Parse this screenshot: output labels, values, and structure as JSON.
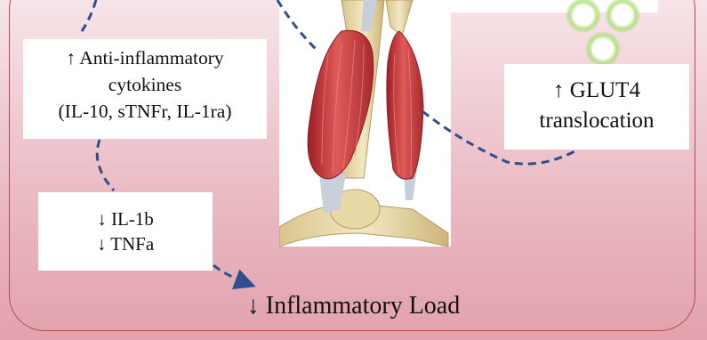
{
  "diagram": {
    "anti_inflammatory": {
      "line1": "↑ Anti-inflammatory",
      "line2": "cytokines",
      "line3": "(IL-10, sTNFr, IL-1ra)"
    },
    "glut4": {
      "line1": "↑ GLUT4",
      "line2": "translocation"
    },
    "interleukins": {
      "line1": "↓ IL-1b",
      "line2": "↓ TNFa"
    },
    "outcome": "↓ Inflammatory Load"
  },
  "colors": {
    "background_top": "#f7e9ec",
    "background_bottom": "#e2a2ad",
    "frame_border": "#b84a4a",
    "arrow": "#2e4f8f",
    "vesicle_glow": "#8fd14f",
    "muscle": "#c9383c",
    "bone": "#e6d6a6"
  },
  "icons": [
    "muscle-illustration",
    "glut4-vesicle-icon",
    "dashed-arrow"
  ]
}
